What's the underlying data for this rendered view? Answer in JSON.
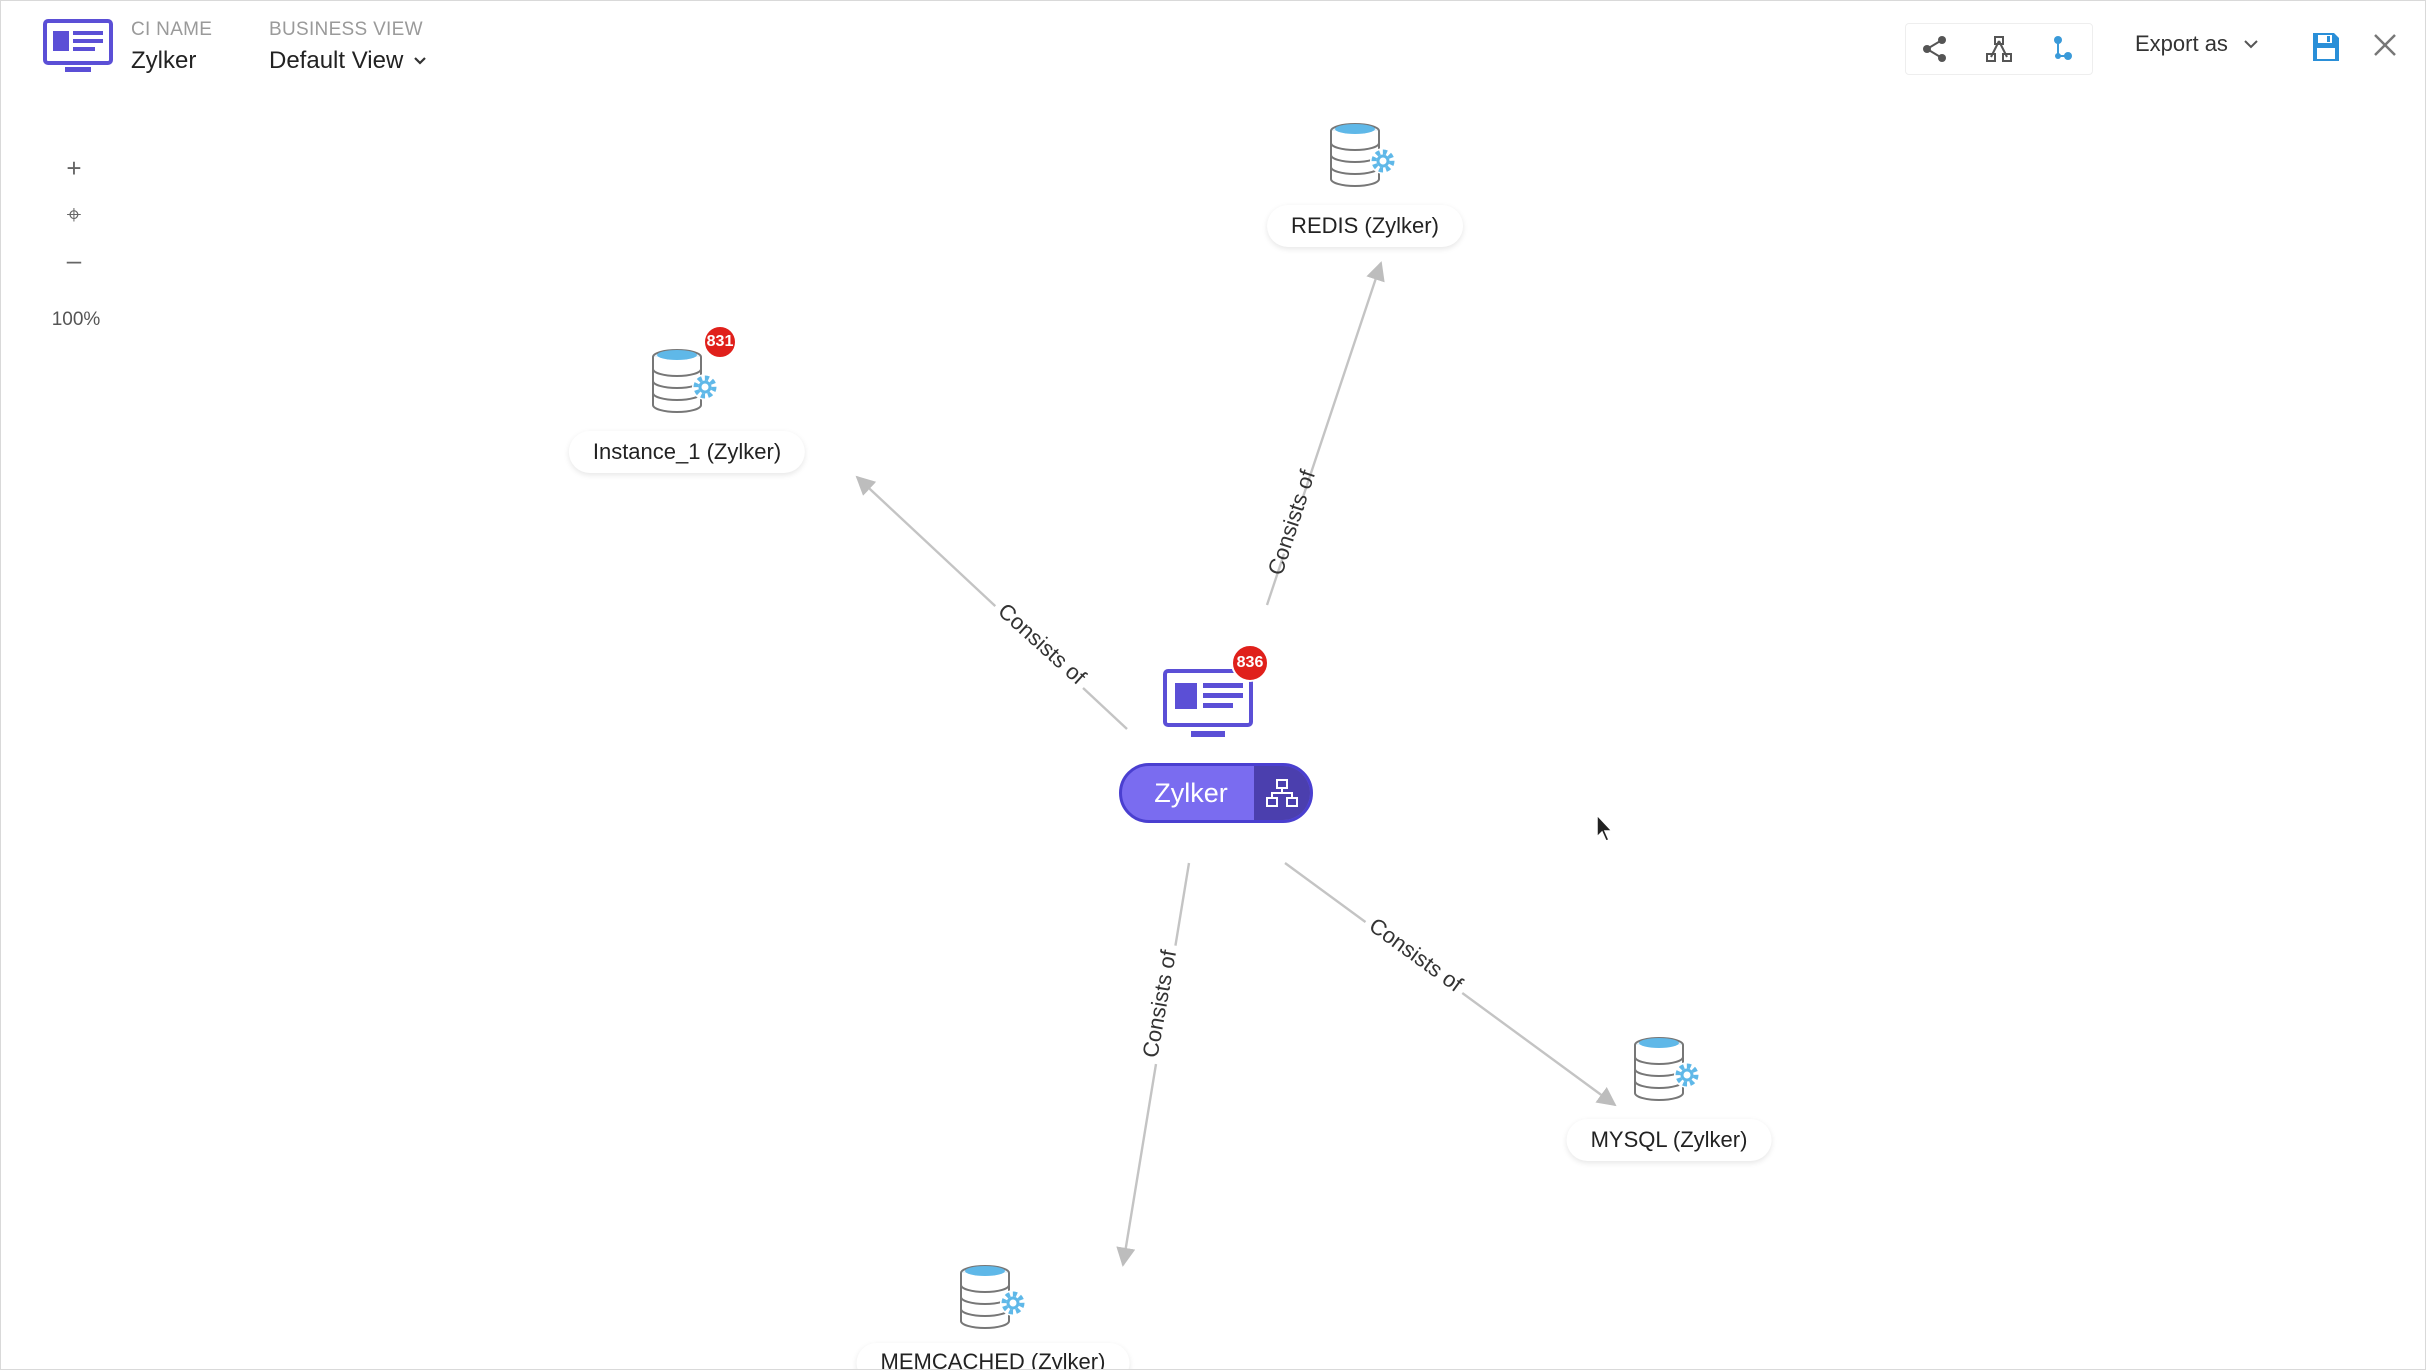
{
  "header": {
    "ci_caption": "CI NAME",
    "ci_value": "Zylker",
    "bv_caption": "BUSINESS VIEW",
    "bv_value": "Default View",
    "export_label": "Export as"
  },
  "zoom": {
    "plus": "+",
    "center": "⌖",
    "minus": "–",
    "level": "100%"
  },
  "graph": {
    "center": {
      "label": "Zylker",
      "badge": "836"
    },
    "nodes": {
      "redis": {
        "label": "REDIS (Zylker)"
      },
      "instance": {
        "label": "Instance_1 (Zylker)",
        "badge": "831"
      },
      "mysql": {
        "label": "MYSQL (Zylker)"
      },
      "memcached": {
        "label": "MEMCACHED (Zylker)"
      }
    },
    "edges": {
      "redis": "Consists of",
      "instance": "Consists of",
      "mysql": "Consists of",
      "memcached": "Consists of"
    }
  },
  "colors": {
    "accent": "#7a6cf0",
    "accent_dark": "#4b3fae",
    "badge": "#e0201b",
    "db_icon": "#5fb8e8"
  }
}
